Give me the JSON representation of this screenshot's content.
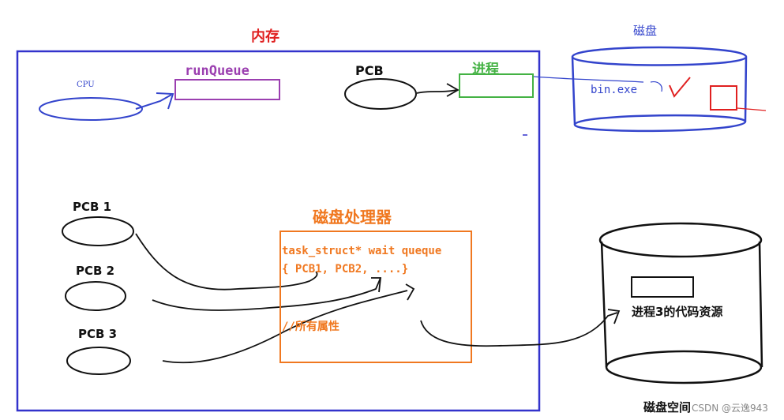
{
  "memory": {
    "title": "内存",
    "cpu_label": "CPU",
    "runqueue_label": "runQueue",
    "pcb_label": "PCB",
    "process_label": "进程"
  },
  "pcb_list": {
    "pcb1": "PCB 1",
    "pcb2": "PCB 2",
    "pcb3": "PCB 3"
  },
  "disk_processor": {
    "title": "磁盘处理器",
    "line1": "task_struct* wait queque",
    "line2": "{ PCB1, PCB2, ....}",
    "comment": "//所有属性"
  },
  "disk": {
    "title": "磁盘",
    "file_label": "bin.exe"
  },
  "disk_space": {
    "caption": "磁盘空间",
    "code_resource": "进程3的代码资源"
  },
  "watermark": "CSDN @云逸943",
  "colors": {
    "memory_border": "#3333cc",
    "title_red": "#e02020",
    "orange": "#f07820",
    "purple": "#9b3fb0",
    "green": "#44b244",
    "disk_blue": "#3344cc"
  }
}
